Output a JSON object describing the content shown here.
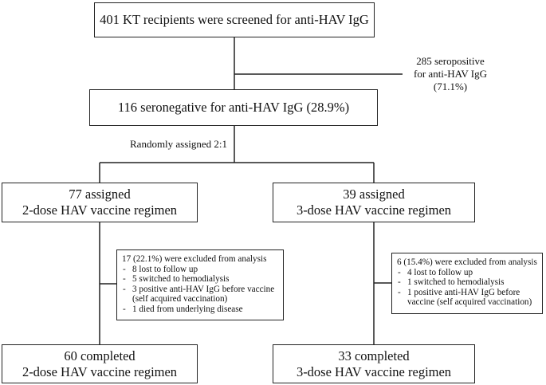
{
  "screened": {
    "text": "401 KT recipients were screened for anti-HAV IgG"
  },
  "seropositive": {
    "line1": "285 seropositive",
    "line2": "for anti-HAV IgG",
    "line3": "(71.1%)"
  },
  "seronegative": {
    "text": "116 seronegative for anti-HAV IgG (28.9%)"
  },
  "randomization": {
    "text": "Randomly assigned 2:1"
  },
  "arm_two_dose": {
    "assigned_line1": "77 assigned",
    "assigned_line2": "2-dose HAV vaccine regimen",
    "excluded_header": "17 (22.1%) were excluded from analysis",
    "excluded_items": [
      "8 lost to follow up",
      "5 switched to hemodialysis",
      "3 positive anti-HAV IgG before vaccine (self acquired vaccination)",
      "1 died from underlying disease"
    ],
    "completed_line1": "60 completed",
    "completed_line2": "2-dose HAV vaccine regimen"
  },
  "arm_three_dose": {
    "assigned_line1": "39 assigned",
    "assigned_line2": "3-dose HAV vaccine regimen",
    "excluded_header": "6 (15.4%) were excluded from analysis",
    "excluded_items": [
      "4 lost to follow up",
      "1 switched to hemodialysis",
      "1 positive anti-HAV IgG before vaccine (self acquired vaccination)"
    ],
    "completed_line1": "33 completed",
    "completed_line2": "3-dose HAV vaccine regimen"
  }
}
